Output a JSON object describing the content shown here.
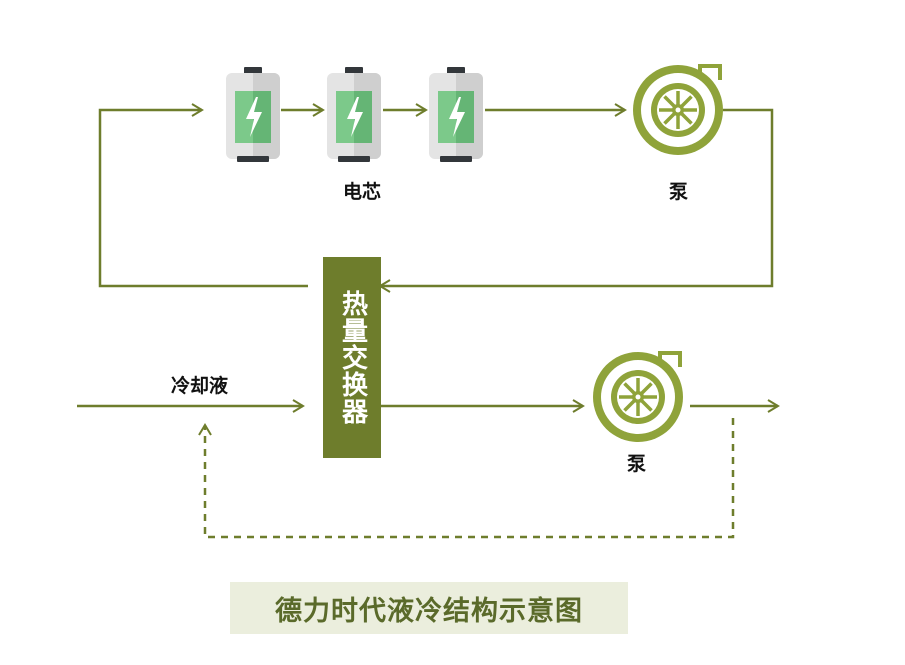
{
  "labels": {
    "cell": "电芯",
    "pump_top": "泵",
    "pump_bottom": "泵",
    "coolant": "冷却液",
    "heat_exchanger": "热量交换器"
  },
  "title": "德力时代液冷结构示意图",
  "icons": {
    "battery": "battery-charging-icon",
    "pump": "pump-turbine-icon"
  },
  "colors": {
    "line": "#6e7d2c",
    "exchanger_fill": "#6e7d2c",
    "pump": "#8fa33a",
    "battery_body": "#e0e0e0",
    "battery_fill": "#7cc98a",
    "title_bg": "#ebeedd",
    "title_text": "#5a6a2a"
  }
}
